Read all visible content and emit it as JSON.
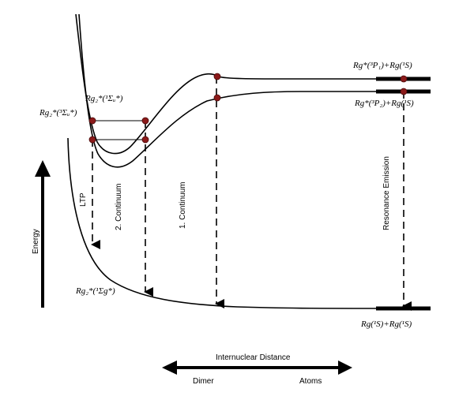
{
  "labels": {
    "state_3sigma_u": "Rg₂*(³Σᵤ*)",
    "state_1sigma_u": "Rg₂*(¹Σᵤ*)",
    "state_1sigma_g": "Rg₂*(¹Σg*)",
    "asym_3p1": "Rg*(³P₁)+Rg(¹S)",
    "asym_3p2": "Rg*(³P₂)+Rg(¹S)",
    "asym_ground": "Rg(¹S)+Rg(¹S)",
    "ltp": "LTP",
    "continuum_2": "2. Continuum",
    "continuum_1": "1. Continuum",
    "resonance": "Resonance Emission",
    "energy_axis": "Energy",
    "distance_axis": "Internuclear Distance",
    "dimer": "Dimer",
    "atoms": "Atoms"
  },
  "colors": {
    "marker": "#8b1a1a",
    "line": "#000000"
  }
}
